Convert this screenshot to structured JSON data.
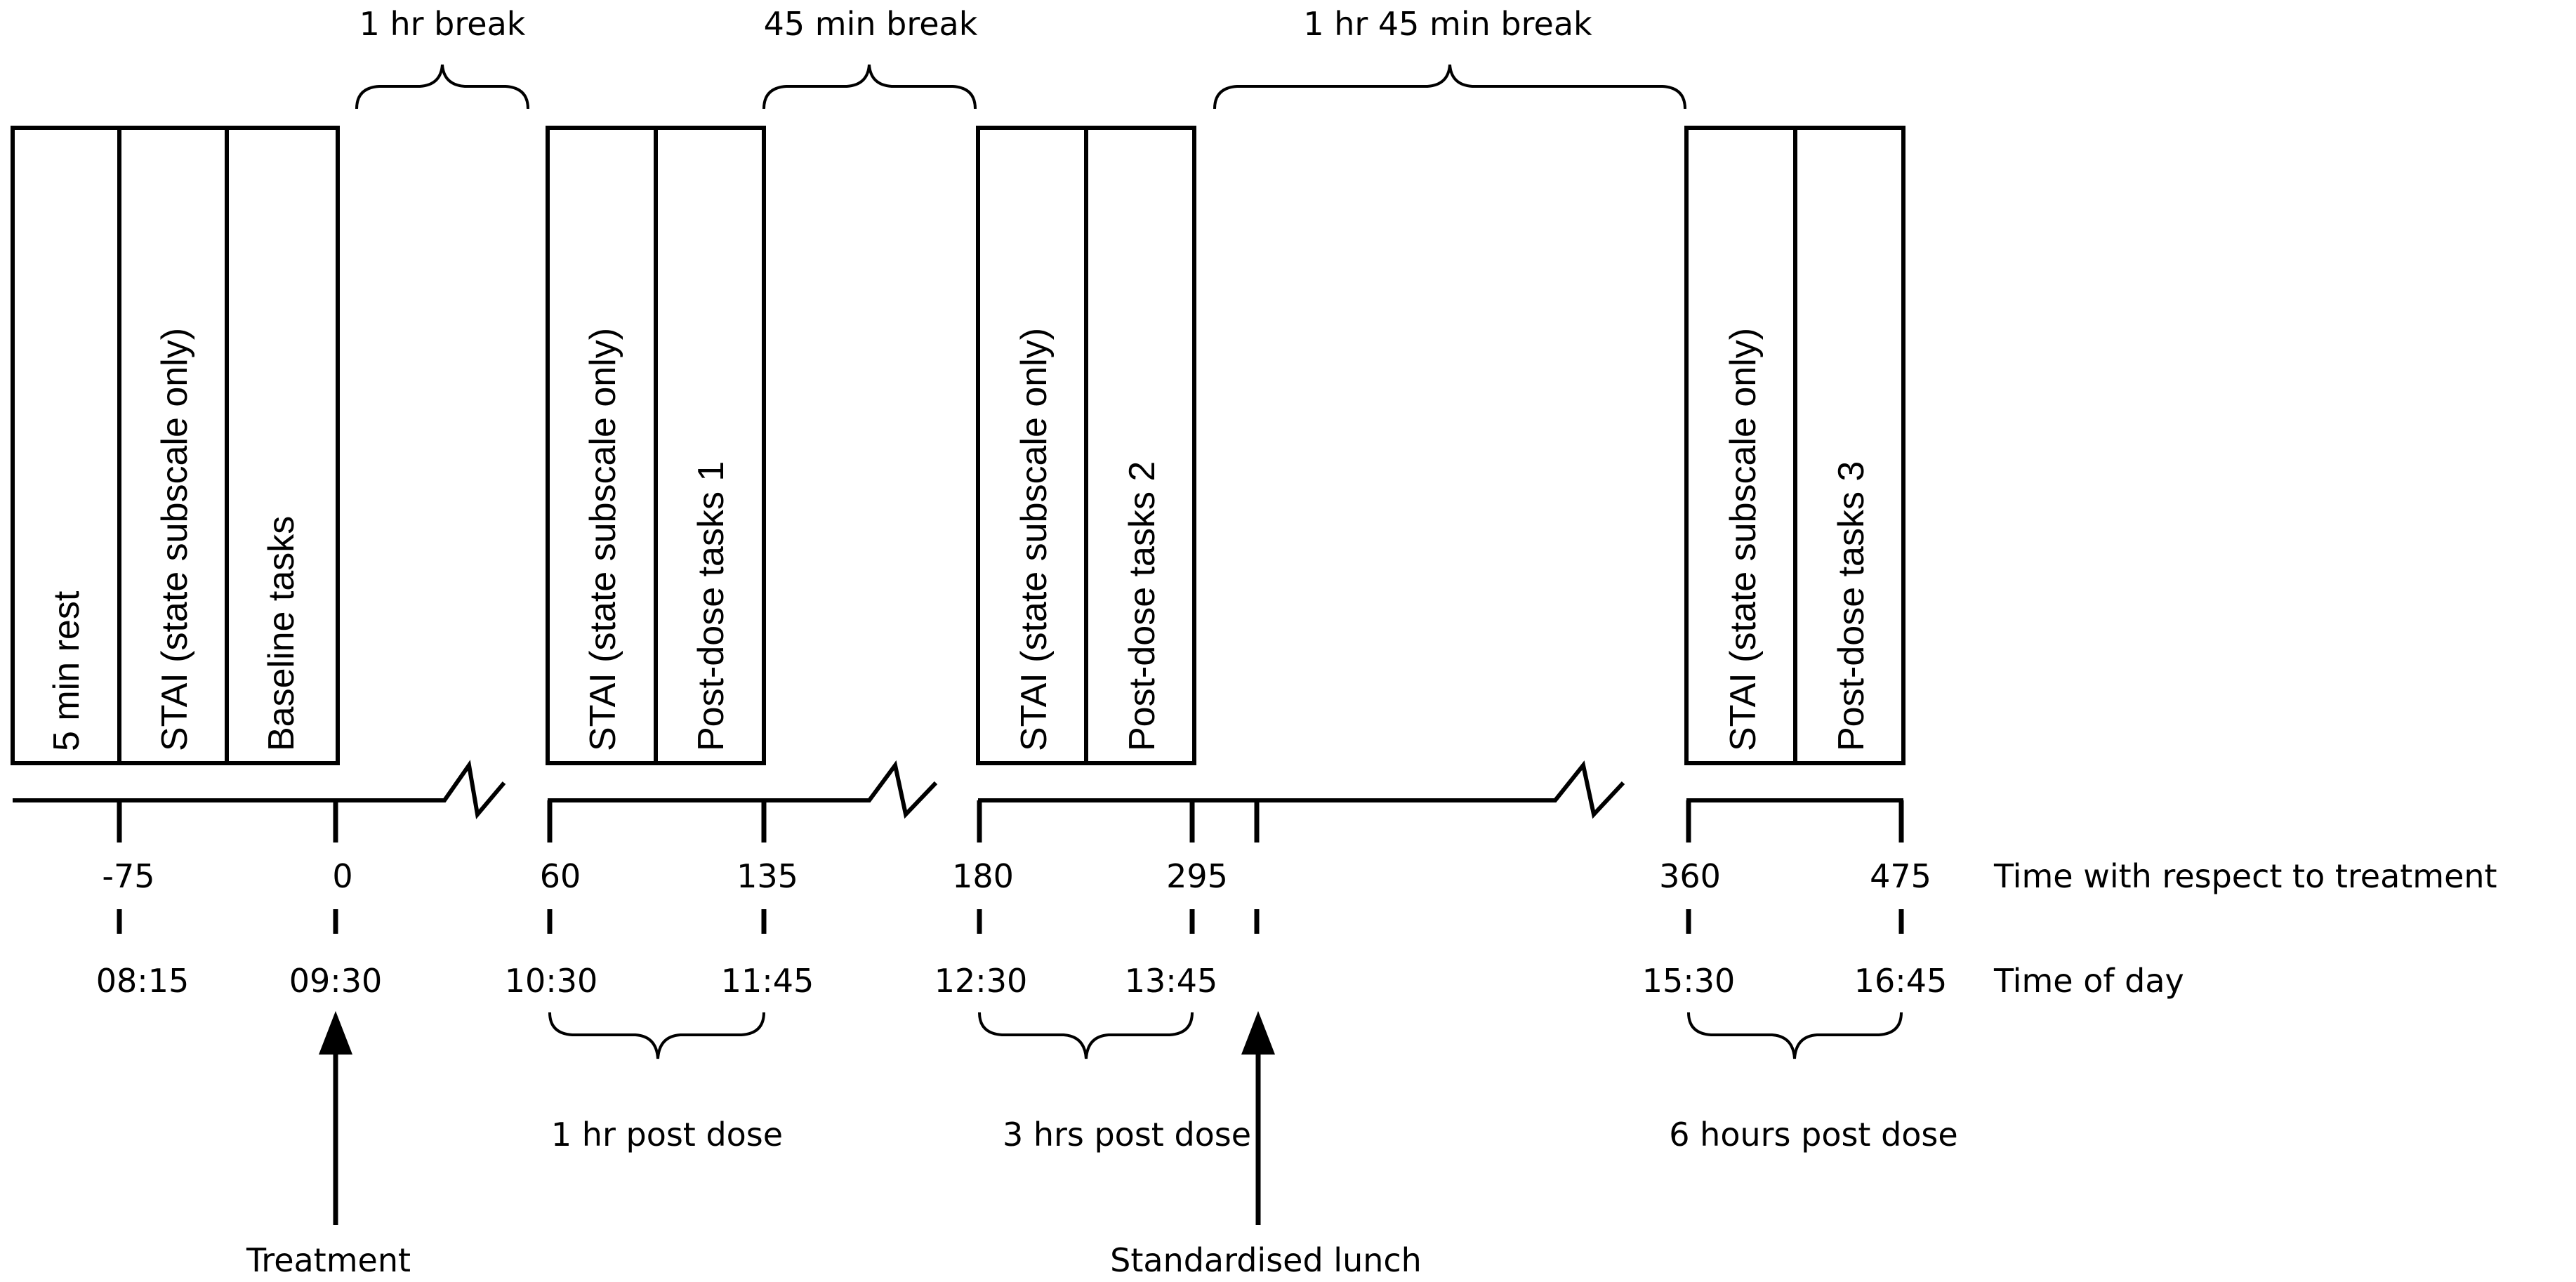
{
  "break_labels": {
    "b1": "1 hr break",
    "b2": "45 min  break",
    "b3": "1 hr 45 min break"
  },
  "session_labels": {
    "baseline": [
      "5 min rest",
      "STAI (state subscale only)",
      "Baseline tasks"
    ],
    "post1": [
      "STAI (state subscale only)",
      "Post-dose tasks 1"
    ],
    "post2": [
      "STAI (state subscale only)",
      "Post-dose tasks 2"
    ],
    "post3": [
      "STAI (state subscale only)",
      "Post-dose tasks 3"
    ]
  },
  "time_relative": [
    "-75",
    "0",
    "60",
    "135",
    "180",
    "295",
    "360",
    "475"
  ],
  "time_relative_label": "Time with respect to treatment",
  "time_of_day": [
    "08:15",
    "09:30",
    "10:30",
    "11:45",
    "12:30",
    "13:45",
    "15:30",
    "16:45"
  ],
  "time_of_day_label": "Time of day",
  "post_dose_labels": {
    "p1": "1 hr post dose",
    "p2": "3 hrs post dose",
    "p3": "6 hours post dose"
  },
  "events": {
    "treatment": "Treatment",
    "lunch": "Standardised lunch"
  }
}
